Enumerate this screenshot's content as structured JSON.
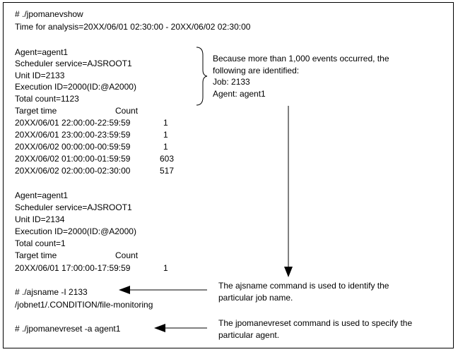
{
  "header": {
    "command": "# ./jpomanevshow",
    "analysis_time": "Time for analysis=20XX/06/01 02:30:00 - 20XX/06/02 02:30:00"
  },
  "block1": {
    "agent": "Agent=agent1",
    "scheduler": "Scheduler service=AJSROOT1",
    "unit": "Unit ID=2133",
    "execution": "Execution ID=2000(ID:@A2000)",
    "total": "Total count=1123",
    "col_time": "Target time",
    "col_count": "Count",
    "rows": [
      {
        "time": "20XX/06/01 22:00:00-22:59:59",
        "count": "1"
      },
      {
        "time": "20XX/06/01 23:00:00-23:59:59",
        "count": "1"
      },
      {
        "time": "20XX/06/02 00:00:00-00:59:59",
        "count": "1"
      },
      {
        "time": "20XX/06/02 01:00:00-01:59:59",
        "count": "603"
      },
      {
        "time": "20XX/06/02 02:00:00-02:30:00",
        "count": "517"
      }
    ]
  },
  "block2": {
    "agent": "Agent=agent1",
    "scheduler": "Scheduler service=AJSROOT1",
    "unit": "Unit ID=2134",
    "execution": "Execution ID=2000(ID:@A2000)",
    "total": "Total count=1",
    "col_time": "Target time",
    "col_count": "Count",
    "rows": [
      {
        "time": "20XX/06/01 17:00:00-17:59:59",
        "count": "1"
      }
    ]
  },
  "ajsname": {
    "command": "# ./ajsname -I 2133",
    "output": "/jobnet1/.CONDITION/file-monitoring"
  },
  "reset": {
    "command": "# ./jpomanevreset -a agent1"
  },
  "notes": {
    "events": [
      "Because more than 1,000 events occurred, the",
      "following are identified:",
      "Job: 2133",
      "Agent: agent1"
    ],
    "ajsname": [
      "The ajsname command is used to identify the",
      "particular job name."
    ],
    "reset": [
      "The jpomanevreset command is used to specify the",
      "particular agent."
    ]
  }
}
